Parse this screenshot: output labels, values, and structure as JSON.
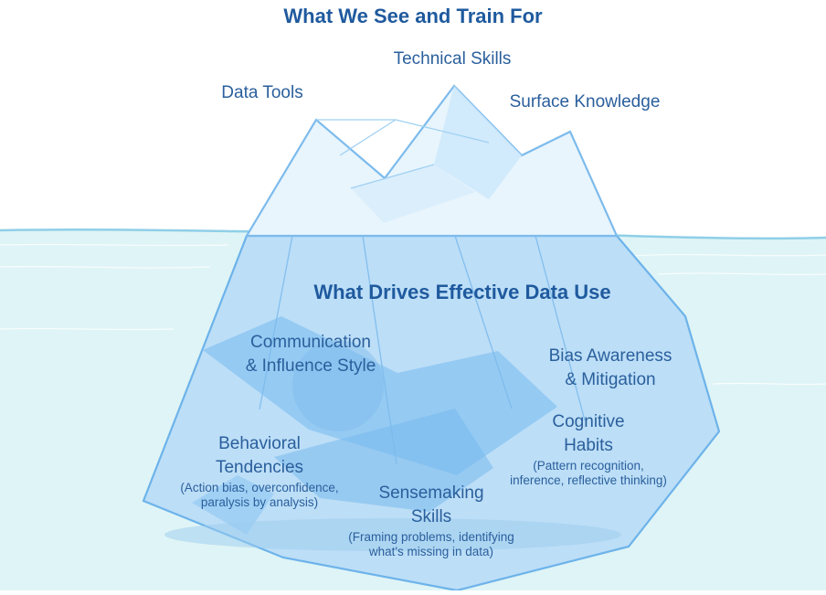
{
  "top_title": "What We See and Train For",
  "above_water": {
    "data_tools": "Data Tools",
    "technical_skills": "Technical Skills",
    "surface_knowledge": "Surface Knowledge"
  },
  "below_title": "What Drives Effective Data Use",
  "below_water": {
    "communication": {
      "line1": "Communication",
      "line2": "& Influence Style"
    },
    "bias": {
      "line1": "Bias Awareness",
      "line2": "& Mitigation"
    },
    "cognitive": {
      "line1": "Cognitive",
      "line2": "Habits",
      "note1": "(Pattern recognition,",
      "note2": "inference, reflective thinking)"
    },
    "behavioral": {
      "line1": "Behavioral",
      "line2": "Tendencies",
      "note1": "(Action bias, overconfidence,",
      "note2": "paralysis by analysis)"
    },
    "sensemaking": {
      "line1": "Sensemaking",
      "line2": "Skills",
      "note1": "(Framing problems, identifying",
      "note2": "what's missing in data)"
    }
  },
  "colors": {
    "title": "#1f5a9e",
    "label": "#2a5f9c",
    "water": "#dff4f6",
    "ice_top": "#e7f4fc",
    "ice_under": "#b8dcf7",
    "ice_edge": "#6db3ea"
  }
}
